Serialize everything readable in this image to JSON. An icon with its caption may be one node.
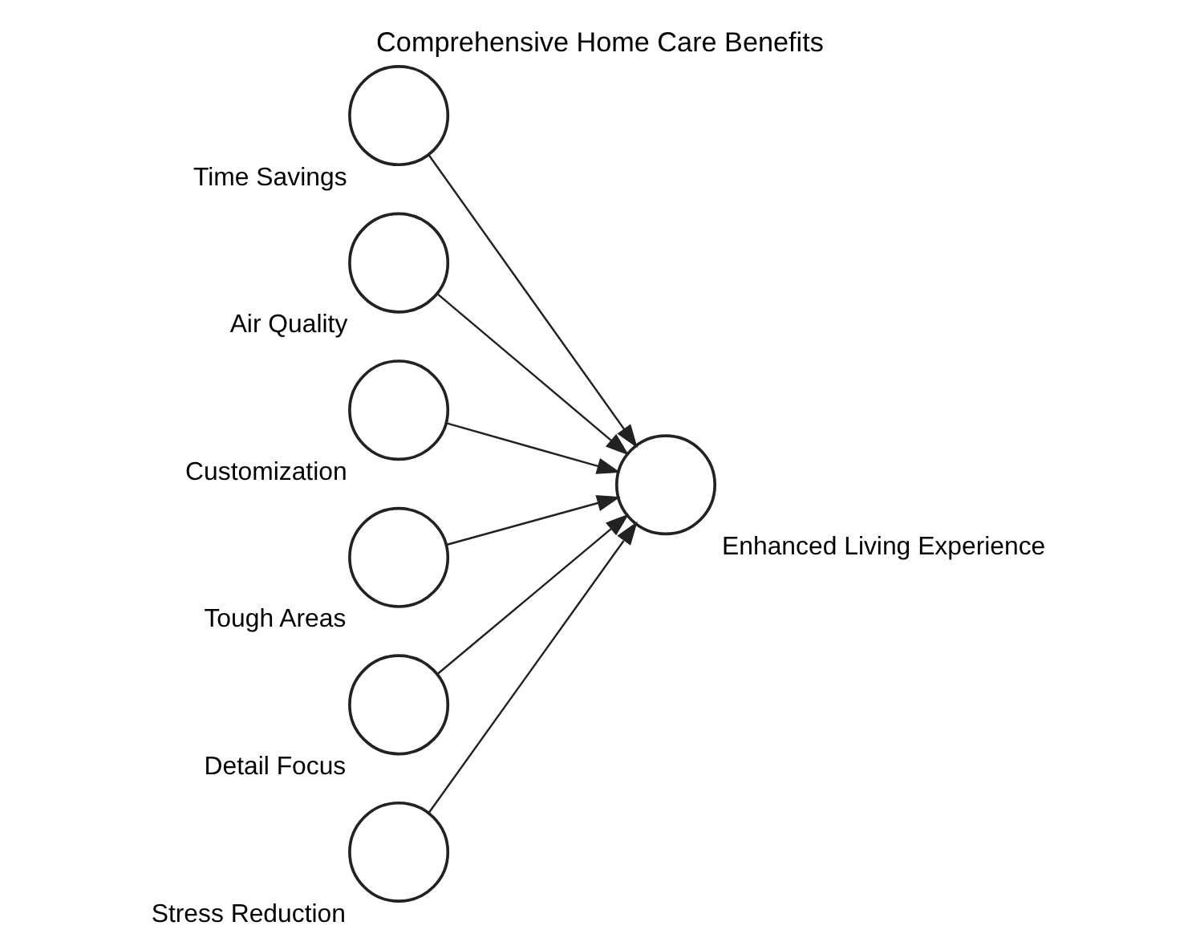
{
  "diagram": {
    "title": "Comprehensive Home Care Benefits",
    "nodes": [
      {
        "text": [],
        "shape": "circle",
        "beside": [
          "Time Savings"
        ]
      },
      {
        "text": [],
        "shape": "circle",
        "beside": [
          "Air Quality"
        ]
      },
      {
        "text": [],
        "shape": "circle",
        "beside": [
          "Customization"
        ]
      },
      {
        "text": [],
        "shape": "circle",
        "beside": [
          "Tough Areas"
        ]
      },
      {
        "text": [],
        "shape": "circle",
        "beside": [
          "Detail Focus"
        ]
      },
      {
        "text": [],
        "shape": "circle",
        "beside": [
          "Stress Reduction"
        ]
      },
      {
        "text": [],
        "shape": "circle",
        "beside": [
          "Enhanced Living Experience"
        ]
      }
    ],
    "edges": [
      {
        "from": 0,
        "to": 6,
        "arrow": "to"
      },
      {
        "from": 1,
        "to": 6,
        "arrow": "to"
      },
      {
        "from": 2,
        "to": 6,
        "arrow": "to"
      },
      {
        "from": 3,
        "to": 6,
        "arrow": "to"
      },
      {
        "from": 4,
        "to": 6,
        "arrow": "to"
      },
      {
        "from": 5,
        "to": 6,
        "arrow": "to"
      }
    ]
  }
}
